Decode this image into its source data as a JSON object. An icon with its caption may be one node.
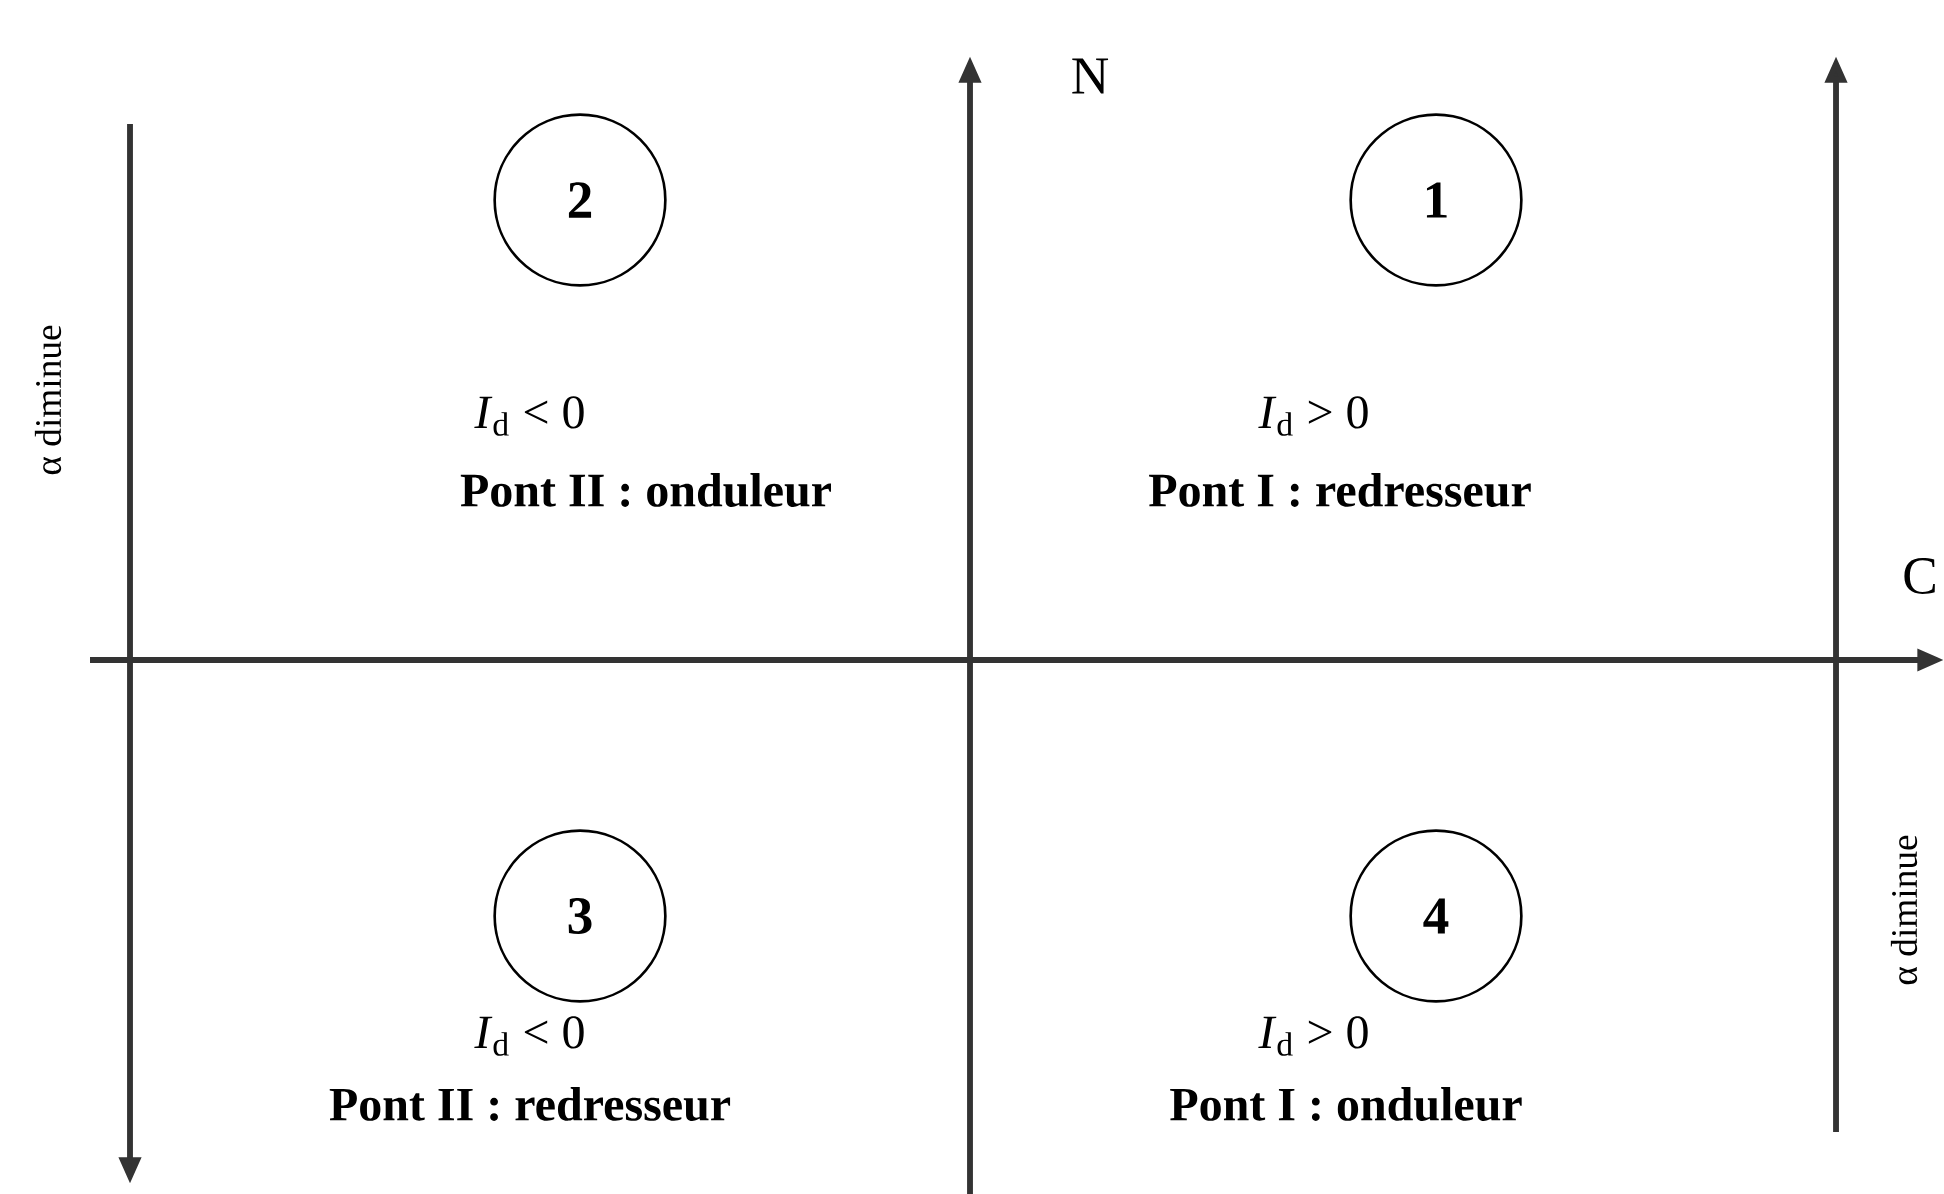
{
  "diagram": {
    "nodes": [
      {
        "text": [
          "2"
        ]
      },
      {
        "text": [
          "1"
        ]
      },
      {
        "text": [
          "3"
        ]
      },
      {
        "text": [
          "4"
        ]
      }
    ],
    "labels": [
      "N",
      "α diminue",
      "*I*$_{d}$ < 0",
      "Pont II : onduleur",
      "*I*$_{d}$ > 0",
      "Pont I : redresseur",
      "C",
      "α diminue",
      "*I*$_{d}$ < 0",
      "Pont II : redresseur",
      "*I*$_{d}$ > 0",
      "Pont I : onduleur"
    ]
  }
}
